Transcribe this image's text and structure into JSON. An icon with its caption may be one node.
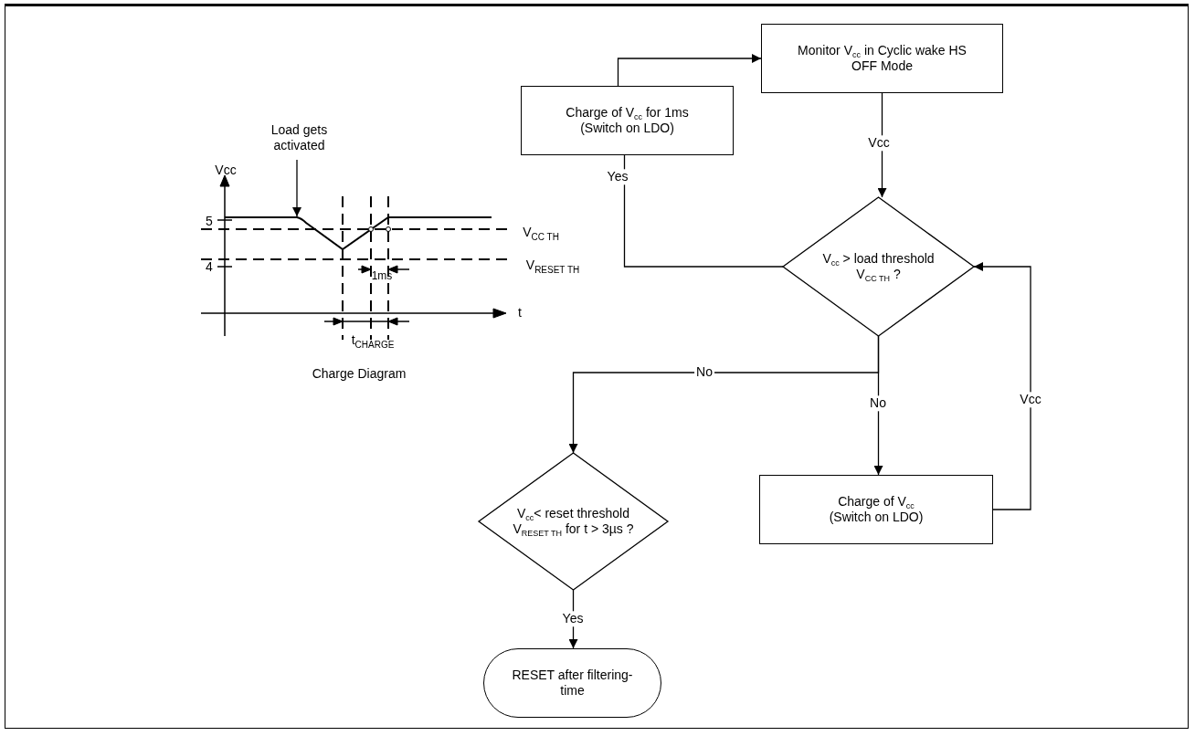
{
  "diagram": {
    "nodes": [
      {
        "text": [
          "Charge of V$_{cc}$ for 1ms (Switch on LDO)"
        ]
      },
      {
        "text": [
          "Monitor V$_{cc}$ in Cyclic wake HS OFF Mode"
        ]
      },
      {
        "text": [
          "V$_{cc}$ > load threshold V$_{CC TH}$ ?"
        ]
      },
      {
        "text": [
          "V$_{cc}$< reset threshold V$_{RESET TH}$ for t > 3µs ?"
        ]
      },
      {
        "text": [
          "Charge of V$_{cc}$ (Switch on LDO)"
        ]
      },
      {
        "text": [
          "RESET after filtering-time"
        ]
      },
      {
        "text": [
          "Load gets activated"
        ]
      },
      {
        "text": [],
        "shape": "curve"
      }
    ],
    "edges": [
      {
        "from": 1,
        "to": 2,
        "arrow": "to",
        "label": "Vcc"
      },
      {
        "from": 2,
        "to": 0,
        "arrow": "none",
        "label": "Yes"
      },
      {
        "from": 0,
        "to": 1,
        "arrow": "to"
      },
      {
        "from": 2,
        "to": 3,
        "arrow": "to",
        "label": "No"
      },
      {
        "from": 2,
        "to": 4,
        "arrow": "to",
        "label": "No"
      },
      {
        "from": 4,
        "to": 2,
        "arrow": "to",
        "label": "Vcc"
      },
      {
        "from": 3,
        "to": 5,
        "arrow": "to",
        "label": "Yes"
      },
      {
        "from": 6,
        "to": 7,
        "arrow": "to"
      }
    ],
    "labels": [
      "Vcc",
      "5",
      "4",
      "V$_{CC TH}$",
      "V$_{RESET TH}$",
      "1ms",
      "t",
      "t$_{CHARGE}$",
      "Charge Diagram"
    ]
  }
}
